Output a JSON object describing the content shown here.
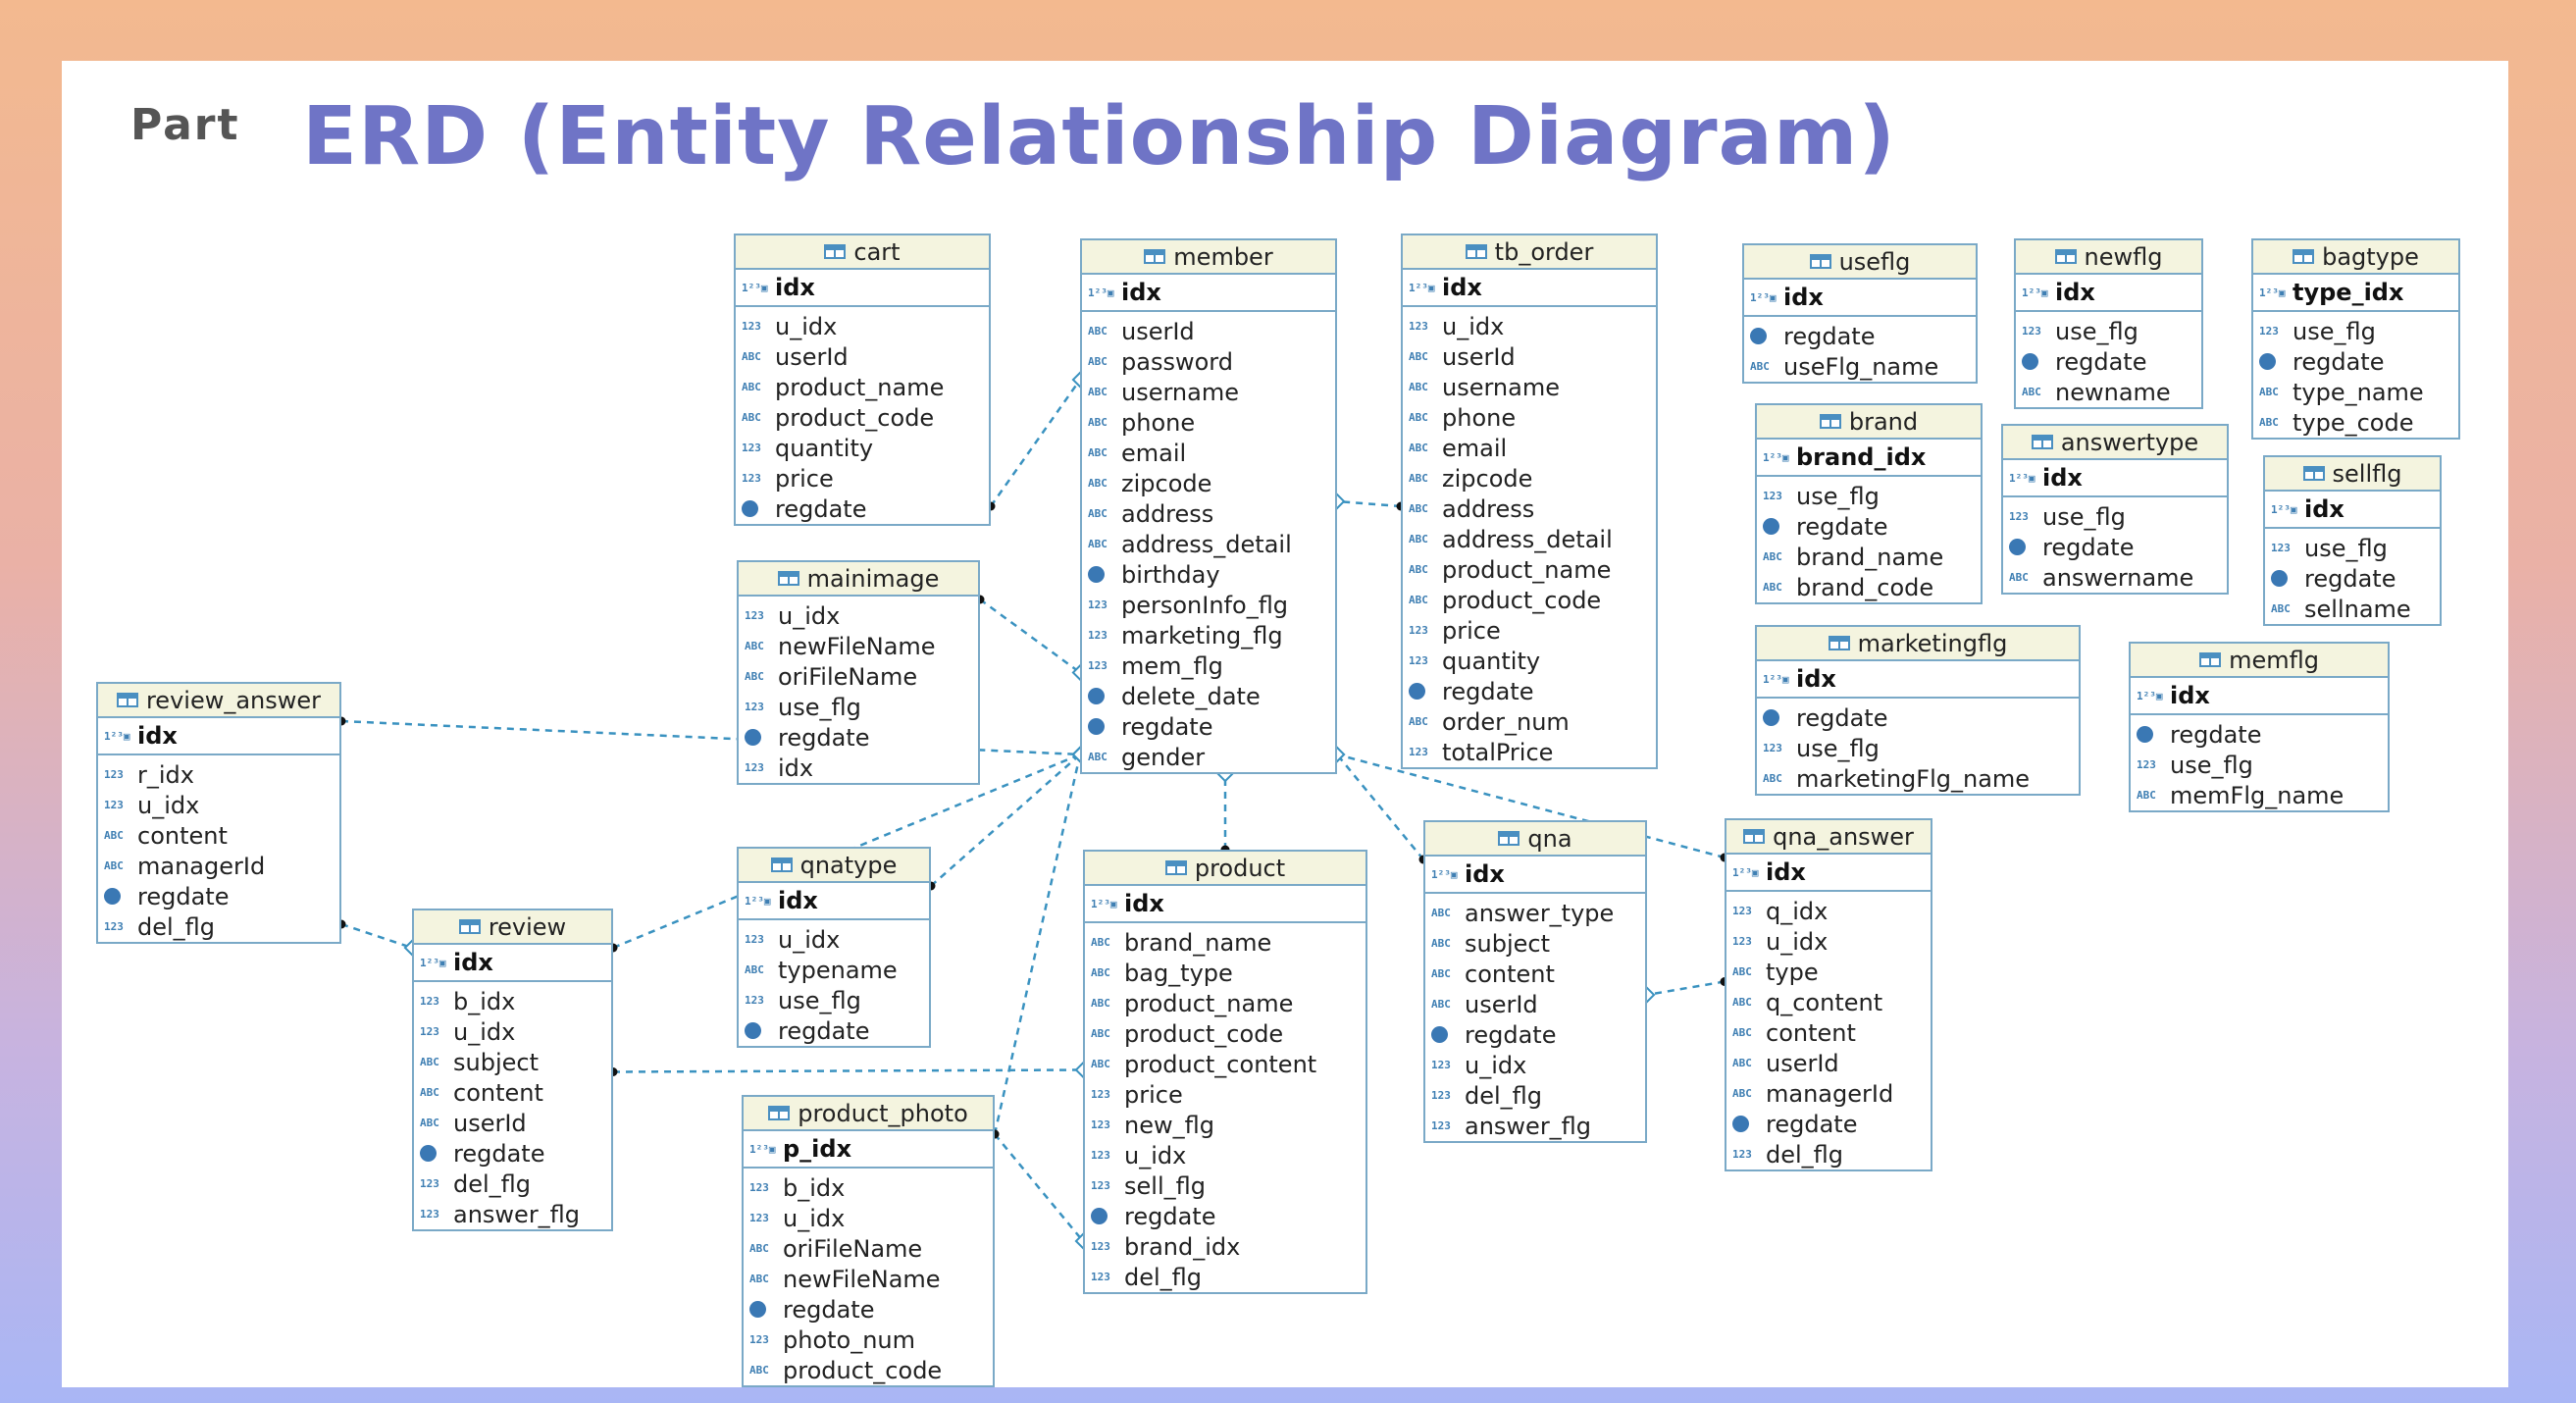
{
  "header": {
    "part_label": "Part",
    "title": "ERD (Entity Relationship Diagram)"
  },
  "colors": {
    "title": "#6f74c6",
    "entity_border": "#7aa9c7",
    "entity_header_bg": "#f4f4df",
    "relationship_line": "#3a92c0",
    "icon_blue": "#3a78b4"
  },
  "icon_names": {
    "table": "table-icon",
    "key": "key-icon",
    "text": "text-type-icon",
    "number": "number-type-icon",
    "date": "date-type-icon"
  },
  "entities": {
    "cart": {
      "name": "cart",
      "pk": "idx",
      "columns": [
        {
          "t": "num",
          "n": "u_idx"
        },
        {
          "t": "abc",
          "n": "userId"
        },
        {
          "t": "abc",
          "n": "product_name"
        },
        {
          "t": "abc",
          "n": "product_code"
        },
        {
          "t": "num",
          "n": "quantity"
        },
        {
          "t": "num",
          "n": "price"
        },
        {
          "t": "date",
          "n": "regdate"
        }
      ]
    },
    "member": {
      "name": "member",
      "pk": "idx",
      "columns": [
        {
          "t": "abc",
          "n": "userId"
        },
        {
          "t": "abc",
          "n": "password"
        },
        {
          "t": "abc",
          "n": "username"
        },
        {
          "t": "abc",
          "n": "phone"
        },
        {
          "t": "abc",
          "n": "email"
        },
        {
          "t": "abc",
          "n": "zipcode"
        },
        {
          "t": "abc",
          "n": "address"
        },
        {
          "t": "abc",
          "n": "address_detail"
        },
        {
          "t": "date",
          "n": "birthday"
        },
        {
          "t": "num",
          "n": "personInfo_flg"
        },
        {
          "t": "num",
          "n": "marketing_flg"
        },
        {
          "t": "num",
          "n": "mem_flg"
        },
        {
          "t": "date",
          "n": "delete_date"
        },
        {
          "t": "date",
          "n": "regdate"
        },
        {
          "t": "abc",
          "n": "gender"
        }
      ]
    },
    "tb_order": {
      "name": "tb_order",
      "pk": "idx",
      "columns": [
        {
          "t": "num",
          "n": "u_idx"
        },
        {
          "t": "abc",
          "n": "userId"
        },
        {
          "t": "abc",
          "n": "username"
        },
        {
          "t": "abc",
          "n": "phone"
        },
        {
          "t": "abc",
          "n": "email"
        },
        {
          "t": "abc",
          "n": "zipcode"
        },
        {
          "t": "abc",
          "n": "address"
        },
        {
          "t": "abc",
          "n": "address_detail"
        },
        {
          "t": "abc",
          "n": "product_name"
        },
        {
          "t": "abc",
          "n": "product_code"
        },
        {
          "t": "num",
          "n": "price"
        },
        {
          "t": "num",
          "n": "quantity"
        },
        {
          "t": "date",
          "n": "regdate"
        },
        {
          "t": "abc",
          "n": "order_num"
        },
        {
          "t": "num",
          "n": "totalPrice"
        }
      ]
    },
    "useflg": {
      "name": "useflg",
      "pk": "idx",
      "columns": [
        {
          "t": "date",
          "n": "regdate"
        },
        {
          "t": "abc",
          "n": "useFlg_name"
        }
      ]
    },
    "newflg": {
      "name": "newflg",
      "pk": "idx",
      "columns": [
        {
          "t": "num",
          "n": "use_flg"
        },
        {
          "t": "date",
          "n": "regdate"
        },
        {
          "t": "abc",
          "n": "newname"
        }
      ]
    },
    "bagtype": {
      "name": "bagtype",
      "pk": "type_idx",
      "columns": [
        {
          "t": "num",
          "n": "use_flg"
        },
        {
          "t": "date",
          "n": "regdate"
        },
        {
          "t": "abc",
          "n": "type_name"
        },
        {
          "t": "abc",
          "n": "type_code"
        }
      ]
    },
    "brand": {
      "name": "brand",
      "pk": "brand_idx",
      "columns": [
        {
          "t": "num",
          "n": "use_flg"
        },
        {
          "t": "date",
          "n": "regdate"
        },
        {
          "t": "abc",
          "n": "brand_name"
        },
        {
          "t": "abc",
          "n": "brand_code"
        }
      ]
    },
    "answertype": {
      "name": "answertype",
      "pk": "idx",
      "columns": [
        {
          "t": "num",
          "n": "use_flg"
        },
        {
          "t": "date",
          "n": "regdate"
        },
        {
          "t": "abc",
          "n": "answername"
        }
      ]
    },
    "sellflg": {
      "name": "sellflg",
      "pk": "idx",
      "columns": [
        {
          "t": "num",
          "n": "use_flg"
        },
        {
          "t": "date",
          "n": "regdate"
        },
        {
          "t": "abc",
          "n": "sellname"
        }
      ]
    },
    "marketingflg": {
      "name": "marketingflg",
      "pk": "idx",
      "columns": [
        {
          "t": "date",
          "n": "regdate"
        },
        {
          "t": "num",
          "n": "use_flg"
        },
        {
          "t": "abc",
          "n": "marketingFlg_name"
        }
      ]
    },
    "memflg": {
      "name": "memflg",
      "pk": "idx",
      "columns": [
        {
          "t": "date",
          "n": "regdate"
        },
        {
          "t": "num",
          "n": "use_flg"
        },
        {
          "t": "abc",
          "n": "memFlg_name"
        }
      ]
    },
    "mainimage": {
      "name": "mainimage",
      "pk": null,
      "columns": [
        {
          "t": "num",
          "n": "u_idx"
        },
        {
          "t": "abc",
          "n": "newFileName"
        },
        {
          "t": "abc",
          "n": "oriFileName"
        },
        {
          "t": "num",
          "n": "use_flg"
        },
        {
          "t": "date",
          "n": "regdate"
        },
        {
          "t": "num",
          "n": "idx"
        }
      ]
    },
    "review_answer": {
      "name": "review_answer",
      "pk": "idx",
      "columns": [
        {
          "t": "num",
          "n": "r_idx"
        },
        {
          "t": "num",
          "n": "u_idx"
        },
        {
          "t": "abc",
          "n": "content"
        },
        {
          "t": "abc",
          "n": "managerId"
        },
        {
          "t": "date",
          "n": "regdate"
        },
        {
          "t": "num",
          "n": "del_flg"
        }
      ]
    },
    "review": {
      "name": "review",
      "pk": "idx",
      "columns": [
        {
          "t": "num",
          "n": "b_idx"
        },
        {
          "t": "num",
          "n": "u_idx"
        },
        {
          "t": "abc",
          "n": "subject"
        },
        {
          "t": "abc",
          "n": "content"
        },
        {
          "t": "abc",
          "n": "userId"
        },
        {
          "t": "date",
          "n": "regdate"
        },
        {
          "t": "num",
          "n": "del_flg"
        },
        {
          "t": "num",
          "n": "answer_flg"
        }
      ]
    },
    "qnatype": {
      "name": "qnatype",
      "pk": "idx",
      "columns": [
        {
          "t": "num",
          "n": "u_idx"
        },
        {
          "t": "abc",
          "n": "typename"
        },
        {
          "t": "num",
          "n": "use_flg"
        },
        {
          "t": "date",
          "n": "regdate"
        }
      ]
    },
    "product": {
      "name": "product",
      "pk": "idx",
      "columns": [
        {
          "t": "abc",
          "n": "brand_name"
        },
        {
          "t": "abc",
          "n": "bag_type"
        },
        {
          "t": "abc",
          "n": "product_name"
        },
        {
          "t": "abc",
          "n": "product_code"
        },
        {
          "t": "abc",
          "n": "product_content"
        },
        {
          "t": "num",
          "n": "price"
        },
        {
          "t": "num",
          "n": "new_flg"
        },
        {
          "t": "num",
          "n": "u_idx"
        },
        {
          "t": "num",
          "n": "sell_flg"
        },
        {
          "t": "date",
          "n": "regdate"
        },
        {
          "t": "num",
          "n": "brand_idx"
        },
        {
          "t": "num",
          "n": "del_flg"
        }
      ]
    },
    "product_photo": {
      "name": "product_photo",
      "pk": "p_idx",
      "columns": [
        {
          "t": "num",
          "n": "b_idx"
        },
        {
          "t": "num",
          "n": "u_idx"
        },
        {
          "t": "abc",
          "n": "oriFileName"
        },
        {
          "t": "abc",
          "n": "newFileName"
        },
        {
          "t": "date",
          "n": "regdate"
        },
        {
          "t": "num",
          "n": "photo_num"
        },
        {
          "t": "abc",
          "n": "product_code"
        }
      ]
    },
    "qna": {
      "name": "qna",
      "pk": "idx",
      "columns": [
        {
          "t": "abc",
          "n": "answer_type"
        },
        {
          "t": "abc",
          "n": "subject"
        },
        {
          "t": "abc",
          "n": "content"
        },
        {
          "t": "abc",
          "n": "userId"
        },
        {
          "t": "date",
          "n": "regdate"
        },
        {
          "t": "num",
          "n": "u_idx"
        },
        {
          "t": "num",
          "n": "del_flg"
        },
        {
          "t": "num",
          "n": "answer_flg"
        }
      ]
    },
    "qna_answer": {
      "name": "qna_answer",
      "pk": "idx",
      "columns": [
        {
          "t": "num",
          "n": "q_idx"
        },
        {
          "t": "num",
          "n": "u_idx"
        },
        {
          "t": "abc",
          "n": "type"
        },
        {
          "t": "abc",
          "n": "q_content"
        },
        {
          "t": "abc",
          "n": "content"
        },
        {
          "t": "abc",
          "n": "userId"
        },
        {
          "t": "abc",
          "n": "managerId"
        },
        {
          "t": "date",
          "n": "regdate"
        },
        {
          "t": "num",
          "n": "del_flg"
        }
      ]
    }
  },
  "relationships": [
    {
      "from": "cart",
      "to": "member"
    },
    {
      "from": "mainimage",
      "to": "member"
    },
    {
      "from": "tb_order",
      "to": "member"
    },
    {
      "from": "review_answer",
      "to": "member"
    },
    {
      "from": "review_answer",
      "to": "review"
    },
    {
      "from": "review",
      "to": "member"
    },
    {
      "from": "review",
      "to": "product"
    },
    {
      "from": "qnatype",
      "to": "member"
    },
    {
      "from": "product",
      "to": "member"
    },
    {
      "from": "product_photo",
      "to": "member"
    },
    {
      "from": "product_photo",
      "to": "product"
    },
    {
      "from": "qna",
      "to": "member"
    },
    {
      "from": "qna_answer",
      "to": "member"
    },
    {
      "from": "qna_answer",
      "to": "qna"
    }
  ]
}
